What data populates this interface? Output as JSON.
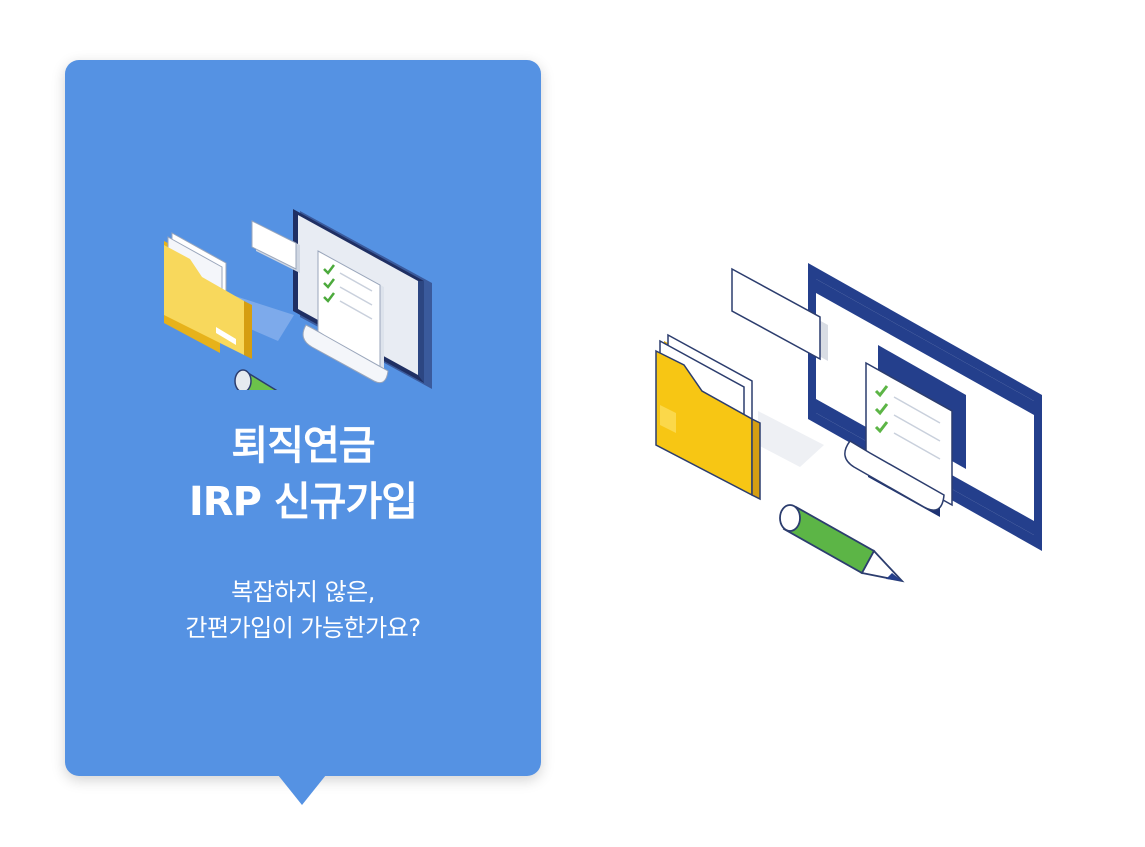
{
  "card": {
    "title_line1": "퇴직연금",
    "title_line2": "IRP 신규가입",
    "subtitle_line1": "복잡하지 않은,",
    "subtitle_line2": "간편가입이 가능한가요?"
  },
  "colors": {
    "card_background": "#5592e3",
    "folder_yellow": "#f7c614",
    "monitor_navy": "#243f8c",
    "pencil_green": "#5cb546",
    "check_green": "#5cb546"
  },
  "icons": {
    "card": [
      "folder-icon",
      "monitor-icon",
      "checklist-document-icon",
      "pencil-icon"
    ],
    "right": [
      "folder-icon",
      "monitor-icon",
      "checklist-document-icon",
      "pencil-icon"
    ]
  }
}
